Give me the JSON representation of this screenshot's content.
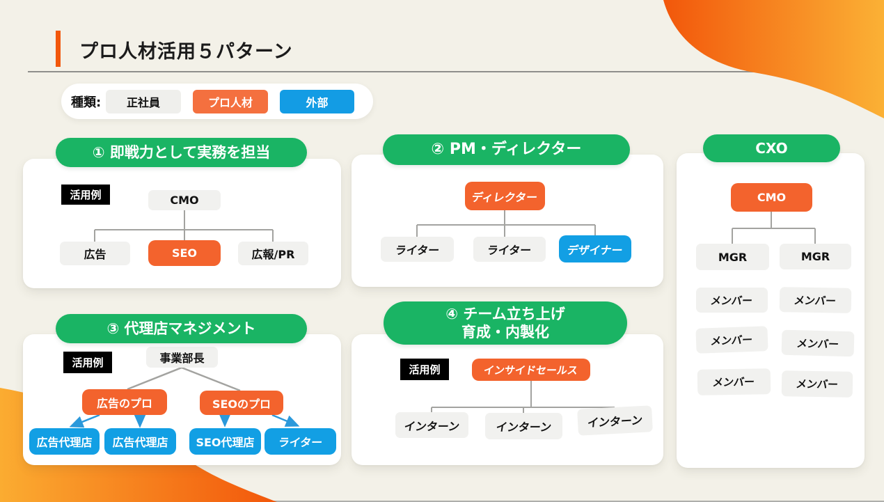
{
  "page": {
    "title": "プロ人材活用５パターン"
  },
  "legend": {
    "label": "種類:",
    "items": [
      {
        "label": "正社員",
        "type": "employee",
        "color": "#EFEFEC"
      },
      {
        "label": "プロ人材",
        "type": "pro",
        "color": "#F4703F"
      },
      {
        "label": "外部",
        "type": "external",
        "color": "#139CE4"
      }
    ]
  },
  "colors": {
    "green": "#1AB464",
    "orange": "#F3632D",
    "blue": "#129FE4",
    "background": "#F3F1E8",
    "accent": "#F2570B"
  },
  "cards": {
    "pattern1": {
      "title": "① 即戦力として実務を担当",
      "usage_label": "活用例",
      "parent": "CMO",
      "children": [
        "広告",
        "SEO",
        "広報/PR"
      ]
    },
    "pattern2": {
      "title": "② PM・ディレクター",
      "parent": "ディレクター",
      "children": [
        "ライター",
        "ライター",
        "デザイナー"
      ]
    },
    "pattern3": {
      "title": "③ 代理店マネジメント",
      "usage_label": "活用例",
      "parent": "事業部長",
      "mid": [
        "広告のプロ",
        "SEOのプロ"
      ],
      "children": [
        "広告代理店",
        "広告代理店",
        "SEO代理店",
        "ライター"
      ]
    },
    "pattern4": {
      "title_line1": "④ チーム立ち上げ",
      "title_line2": "育成・内製化",
      "usage_label": "活用例",
      "parent": "インサイドセールス",
      "children": [
        "インターン",
        "インターン",
        "インターン"
      ]
    },
    "cxo": {
      "title": "CXO",
      "parent": "CMO",
      "managers": [
        "MGR",
        "MGR"
      ],
      "members": [
        "メンバー",
        "メンバー",
        "メンバー",
        "メンバー",
        "メンバー",
        "メンバー"
      ]
    }
  }
}
